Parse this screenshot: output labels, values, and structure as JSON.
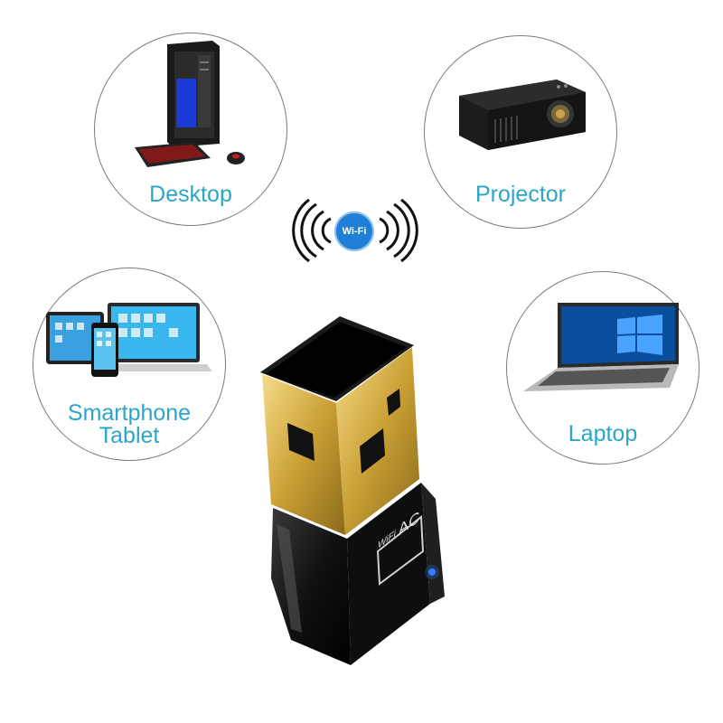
{
  "devices": {
    "desktop": {
      "label": "Desktop"
    },
    "projector": {
      "label": "Projector"
    },
    "mobile": {
      "label_line1": "Smartphone",
      "label_line2": "Tablet"
    },
    "laptop": {
      "label": "Laptop"
    }
  },
  "wifi_badge": {
    "text": "Wi-Fi"
  },
  "adapter": {
    "badge_wifi": "WiFi",
    "badge_ac": "AC"
  },
  "colors": {
    "label": "#2aa6c8",
    "wifi_badge": "#1f7fd6",
    "led": "#2f7dff",
    "gold": "#d2a93d"
  }
}
